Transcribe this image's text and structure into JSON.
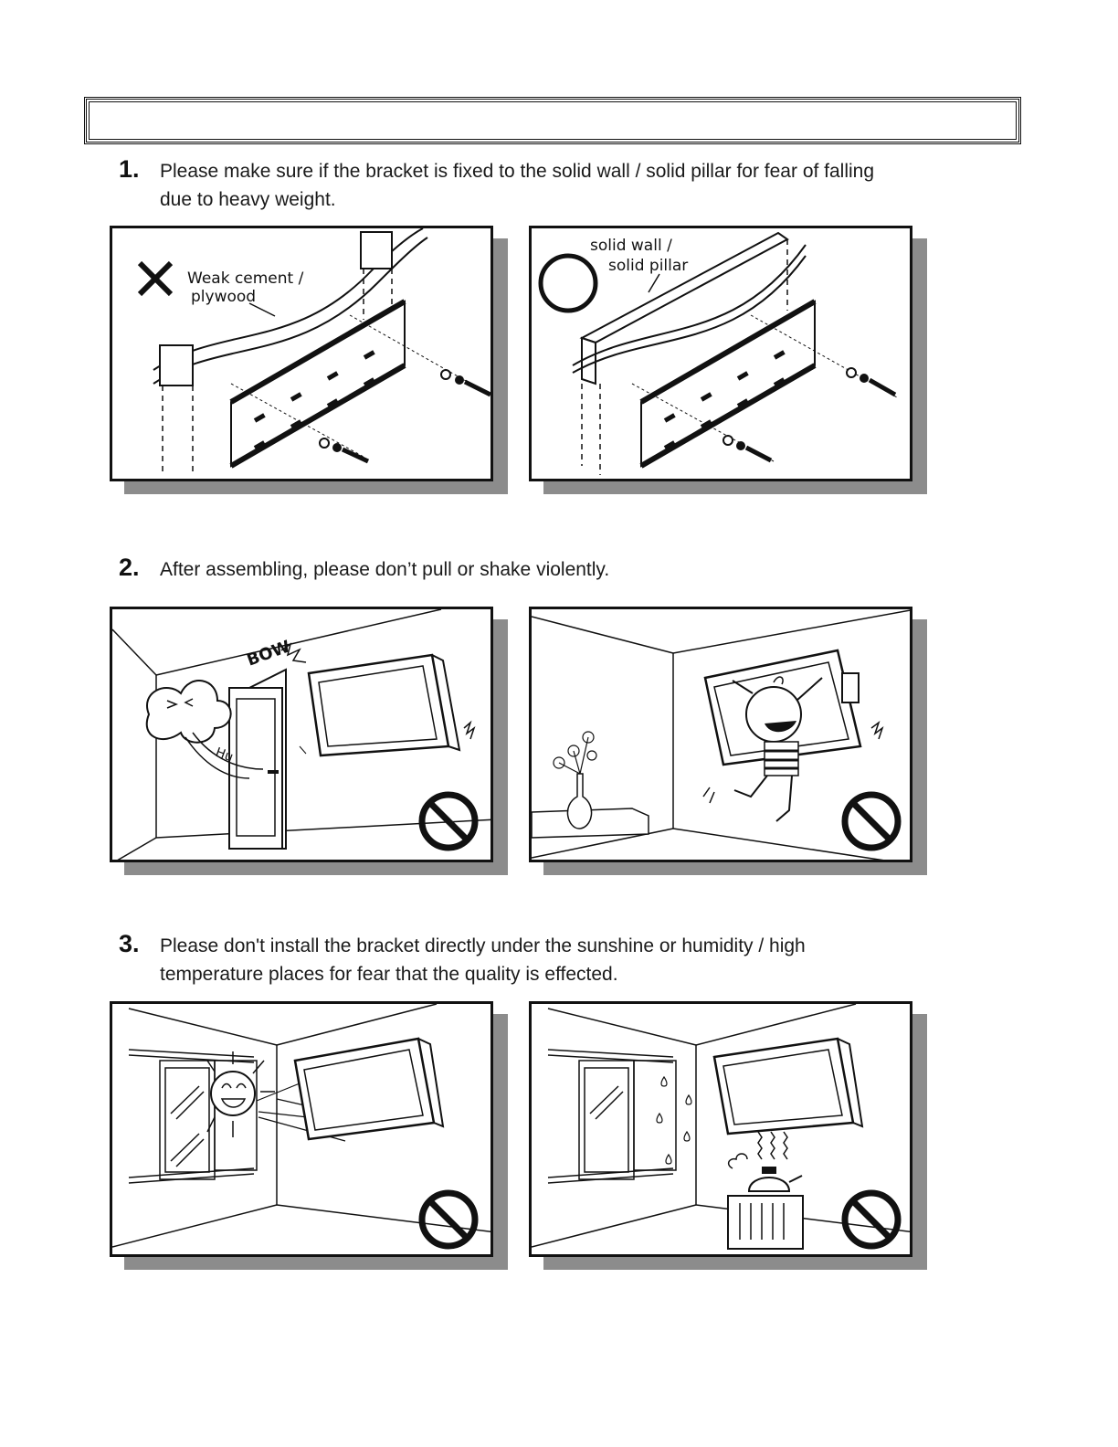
{
  "header": {
    "title": ""
  },
  "sections": [
    {
      "number": "1.",
      "text": "Please make sure if the bracket is fixed to the solid wall / solid pillar for fear of falling due to heavy weight.",
      "panels": [
        {
          "label_lines": [
            "Weak cement /",
            "plywood"
          ],
          "mark": "x-icon"
        },
        {
          "label_lines": [
            "solid wall /",
            "solid pillar"
          ],
          "mark": "circle-ok-icon"
        }
      ]
    },
    {
      "number": "2.",
      "text": "After assembling, please don’t pull or shake violently.",
      "panels": [
        {
          "sound_1": "BOW",
          "sound_2": "Hu",
          "mark": "prohibited-icon"
        },
        {
          "mark": "prohibited-icon"
        }
      ]
    },
    {
      "number": "3.",
      "text": "Please don't install the bracket directly under the sunshine or humidity / high temperature places for fear that the quality is effected.",
      "panels": [
        {
          "mark": "prohibited-icon"
        },
        {
          "mark": "prohibited-icon"
        }
      ]
    }
  ]
}
